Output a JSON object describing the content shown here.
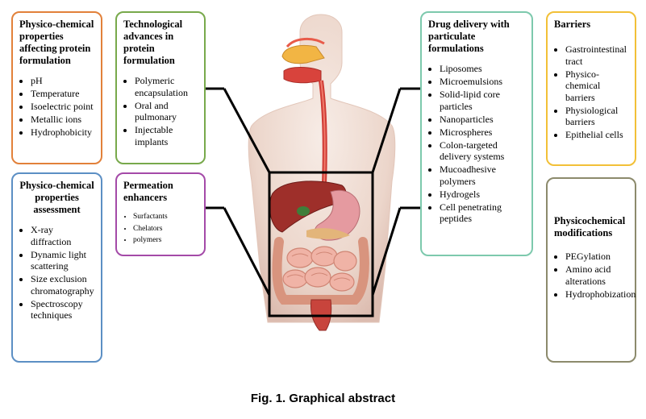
{
  "boxes": {
    "physico_chemical_properties": {
      "title": "Physico-chemical properties affecting protein formulation",
      "items": [
        "pH",
        "Temperature",
        "Isoelectric point",
        " Metallic ions",
        "Hydrophobicity"
      ],
      "border_color": "#e2813a"
    },
    "technological_advances": {
      "title": "Technological advances in protein formulation",
      "items": [
        "Polymeric encapsulation",
        "Oral and pulmonary",
        "Injectable implants"
      ],
      "border_color": "#78a94b"
    },
    "properties_assessment": {
      "title": "Physico-chemical properties assessment",
      "items": [
        "X-ray diffraction",
        "Dynamic light scattering",
        "Size exclusion chromatography",
        "Spectroscopy techniques"
      ],
      "border_color": "#5c8fc4"
    },
    "permeation_enhancers": {
      "title": "Permeation enhancers",
      "items": [
        "Surfactants",
        "Chelators",
        "polymers"
      ],
      "border_color": "#a44aa8"
    },
    "drug_delivery": {
      "title": "Drug delivery with particulate formulations",
      "items": [
        "Liposomes",
        "Microemulsions",
        "Solid-lipid core particles",
        "Nanoparticles",
        "Microspheres",
        "Colon-targeted delivery systems",
        "Mucoadhesive polymers",
        "Hydrogels",
        "Cell penetrating peptides"
      ],
      "border_color": "#7dc9ad"
    },
    "barriers": {
      "title": "Barriers",
      "items": [
        "Gastrointestinal tract",
        "Physico-chemical barriers",
        "Physiological barriers",
        "Epithelial cells"
      ],
      "border_color": "#f2c037"
    },
    "physicochemical_modifications": {
      "title": "Physicochemical modifications",
      "items": [
        "PEGylation",
        "Amino acid alterations",
        "Hydrophobization"
      ],
      "border_color": "#8c8a6c"
    }
  },
  "illustration": {
    "icon": "human-digestive-system-icon",
    "connector_color": "#000000"
  },
  "caption": "Fig. 1. Graphical abstract"
}
